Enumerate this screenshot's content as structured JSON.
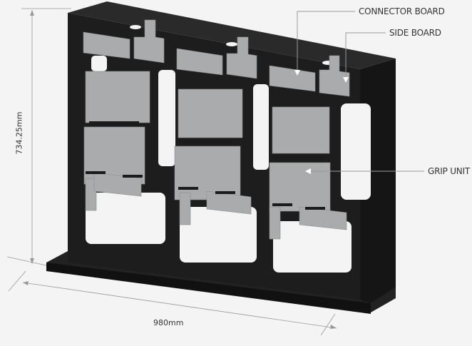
{
  "callouts": {
    "connector_board": "CONNECTOR BOARD",
    "side_board": "SIDE BOARD",
    "grip_unit": "GRIP UNIT"
  },
  "dimensions": {
    "height": "734.25mm",
    "width": "980mm"
  },
  "colors": {
    "background": "#f4f4f4",
    "frame": "#1b1b1b",
    "board": "#a9abac",
    "leader": "#9a9a9a"
  }
}
